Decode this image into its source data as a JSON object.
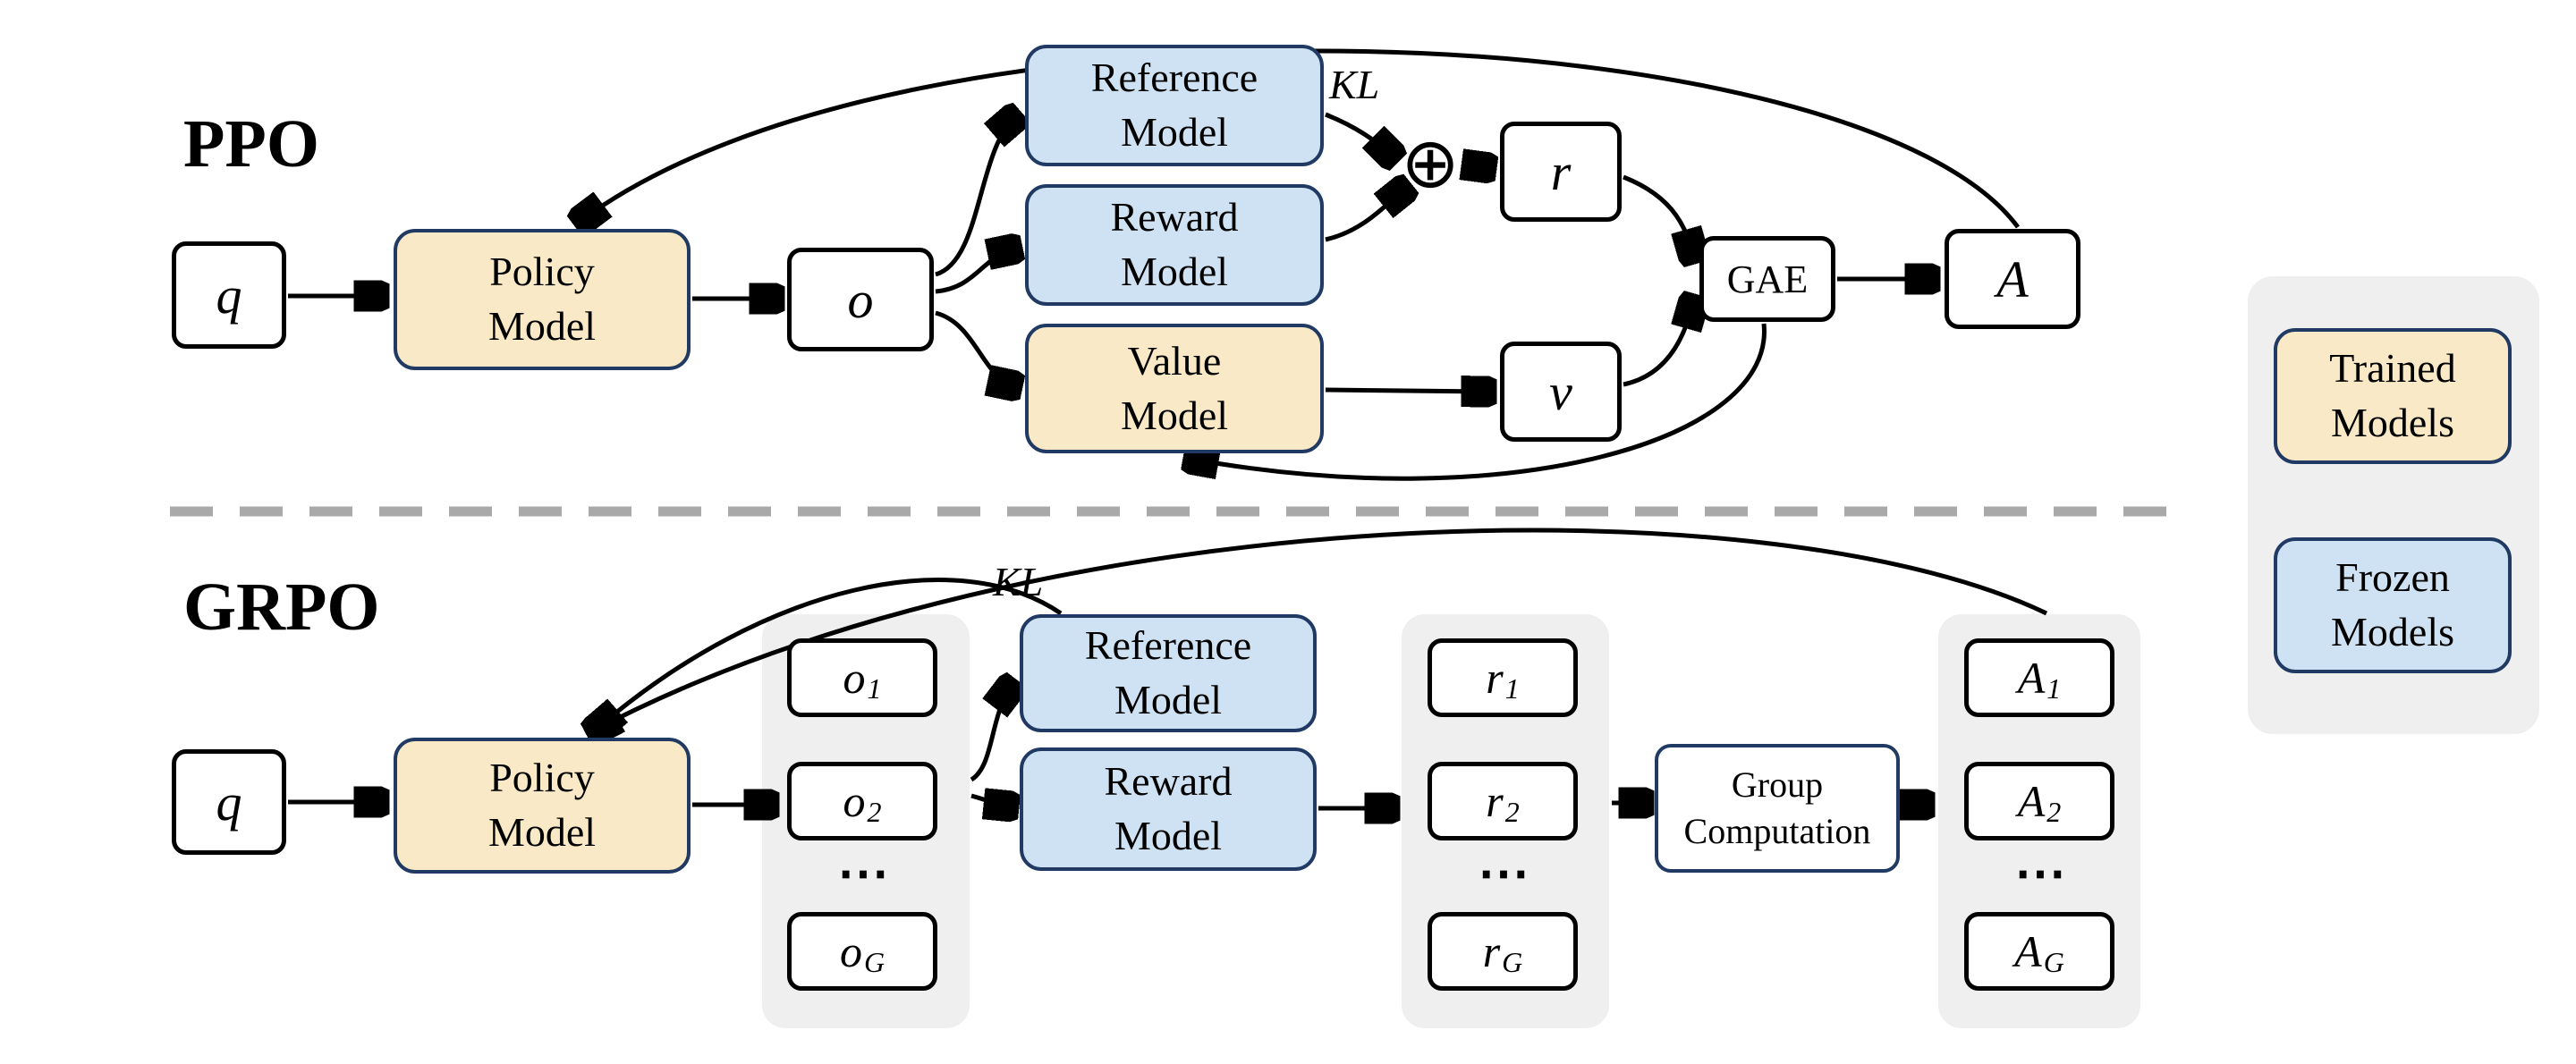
{
  "ppo": {
    "title": "PPO",
    "q": "q",
    "policy_model": "Policy\nModel",
    "o": "o",
    "reference_model": "Reference\nModel",
    "reward_model": "Reward\nModel",
    "value_model": "Value\nModel",
    "kl_label": "KL",
    "oplus": "⊕",
    "r": "r",
    "v": "v",
    "gae": "GAE",
    "a": "A"
  },
  "grpo": {
    "title": "GRPO",
    "q": "q",
    "policy_model": "Policy\nModel",
    "reference_model": "Reference\nModel",
    "reward_model": "Reward\nModel",
    "kl_label": "KL",
    "group_computation": "Group\nComputation",
    "o1": {
      "base": "o",
      "sub": "1"
    },
    "o2": {
      "base": "o",
      "sub": "2"
    },
    "o_dots": "⋯",
    "oG": {
      "base": "o",
      "sub": "G"
    },
    "r1": {
      "base": "r",
      "sub": "1"
    },
    "r2": {
      "base": "r",
      "sub": "2"
    },
    "r_dots": "⋯",
    "rG": {
      "base": "r",
      "sub": "G"
    },
    "a1": {
      "base": "A",
      "sub": "1"
    },
    "a2": {
      "base": "A",
      "sub": "2"
    },
    "a_dots": "⋯",
    "aG": {
      "base": "A",
      "sub": "G"
    }
  },
  "legend": {
    "trained": "Trained\nModels",
    "frozen": "Frozen\nModels"
  },
  "colors": {
    "trained_fill": "#F9E9C6",
    "frozen_fill": "#CFE2F3",
    "model_border": "#203A64",
    "group_background": "#EFEFEF",
    "divider": "#A9A9A9"
  }
}
